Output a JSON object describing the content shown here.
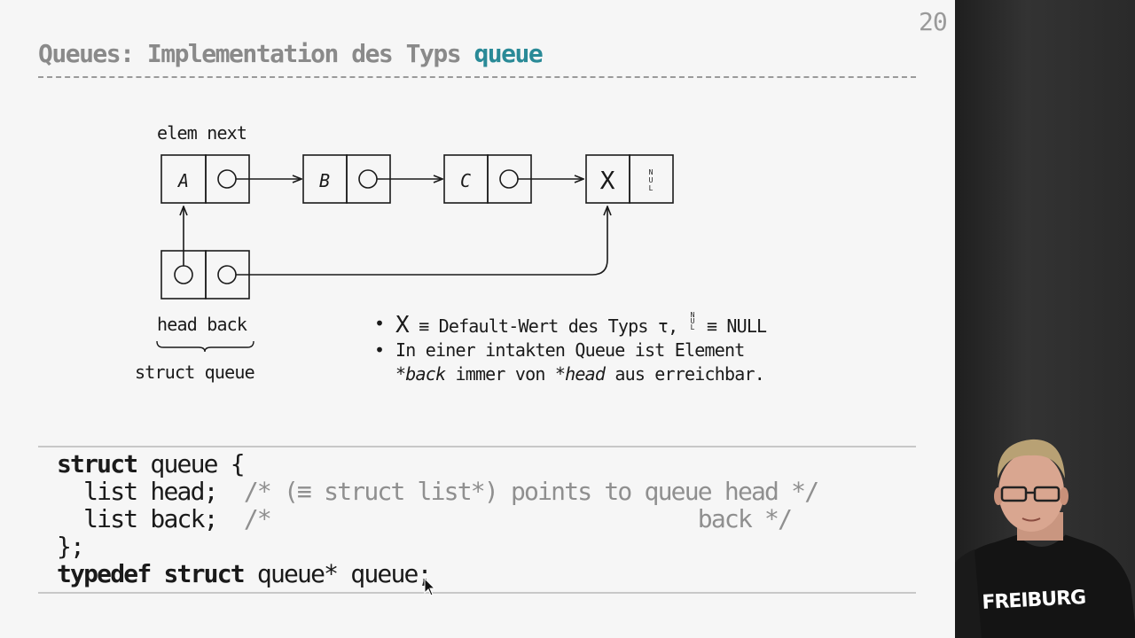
{
  "slide": {
    "page_number": "20",
    "title_prefix": "Queues: Implementation des Typs ",
    "title_keyword": "queue",
    "colors": {
      "title": "#8a8a8a",
      "keyword": "#2a8a97",
      "comment": "#8f8f8f",
      "background": "#f6f6f6"
    }
  },
  "diagram": {
    "field_labels": "elem next",
    "nodes": [
      {
        "elem": "A"
      },
      {
        "elem": "B"
      },
      {
        "elem": "C"
      },
      {
        "elem": "X"
      }
    ],
    "null_marker": "NUL",
    "struct_fields": "head back",
    "struct_name": "struct queue"
  },
  "bullets": {
    "item1": {
      "x_glyph": "X",
      "text_a": " ≡ Default-Wert des Typs τ, ",
      "nul_glyph": "NUL",
      "text_b": " ≡ NULL"
    },
    "item2": {
      "line1": "In einer intakten Queue ist Element",
      "back_expr": "*back",
      "middle": " immer von ",
      "head_expr": "*head",
      "end": " aus erreichbar."
    }
  },
  "code": {
    "line1_kw": "struct",
    "line1_rest": " queue {",
    "line2_code": "  list head;  ",
    "line2_comment": "/* (≡ struct list*) points to queue head */",
    "line3_code": "  list back;  ",
    "line3_comment": "/*                                back */",
    "line4": "};",
    "line5_kw1": "typedef",
    "line5_sp": " ",
    "line5_kw2": "struct",
    "line5_rest": " queue* queue;"
  },
  "webcam": {
    "shirt_text": "FREIBURG"
  },
  "icons": [
    "mouse-pointer-icon",
    "pointer-circle-icon",
    "arrow-icon",
    "null-marker-icon"
  ]
}
